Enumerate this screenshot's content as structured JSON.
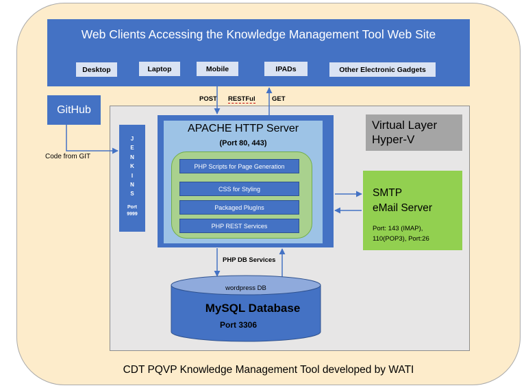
{
  "clients": {
    "title": "Web Clients Accessing the Knowledge Management Tool Web Site",
    "devices": [
      "Desktop",
      "Laptop",
      "Mobile",
      "IPADs",
      "Other Electronic Gadgets"
    ]
  },
  "protocols": {
    "post": "POST",
    "restful": "RESTFul",
    "get": "GET"
  },
  "github": {
    "label": "GitHub",
    "note": "Code from GIT"
  },
  "jenkins": {
    "letters": [
      "J",
      "E",
      "N",
      "K",
      "I",
      "N",
      "S"
    ],
    "port_label": "Port",
    "port_value": "9999"
  },
  "virtual_layer": {
    "line1": "Virtual Layer",
    "line2": "Hyper-V"
  },
  "apache": {
    "title": "APACHE HTTP Server",
    "port": "(Port 80, 443)",
    "components": [
      "PHP Scripts for Page Generation",
      "CSS for Styling",
      "Packaged PlugIns",
      "PHP REST Services"
    ]
  },
  "smtp": {
    "line1": "SMTP",
    "line2": "eMail Server",
    "port_line1": "Port: 143 (IMAP),",
    "port_line2": "110(POP3), Port:26"
  },
  "db_services": "PHP DB Services",
  "database": {
    "name": "wordpress DB",
    "title": "MySQL Database",
    "port": "Port 3306"
  },
  "footer": "CDT PQVP Knowledge Management Tool developed by WATI",
  "colors": {
    "blue": "#4472c4",
    "light_blue": "#9dc3e6",
    "green": "#92d050",
    "light_green": "#a9d18e",
    "beige": "#fdeccb",
    "gray": "#e7e6e6"
  }
}
